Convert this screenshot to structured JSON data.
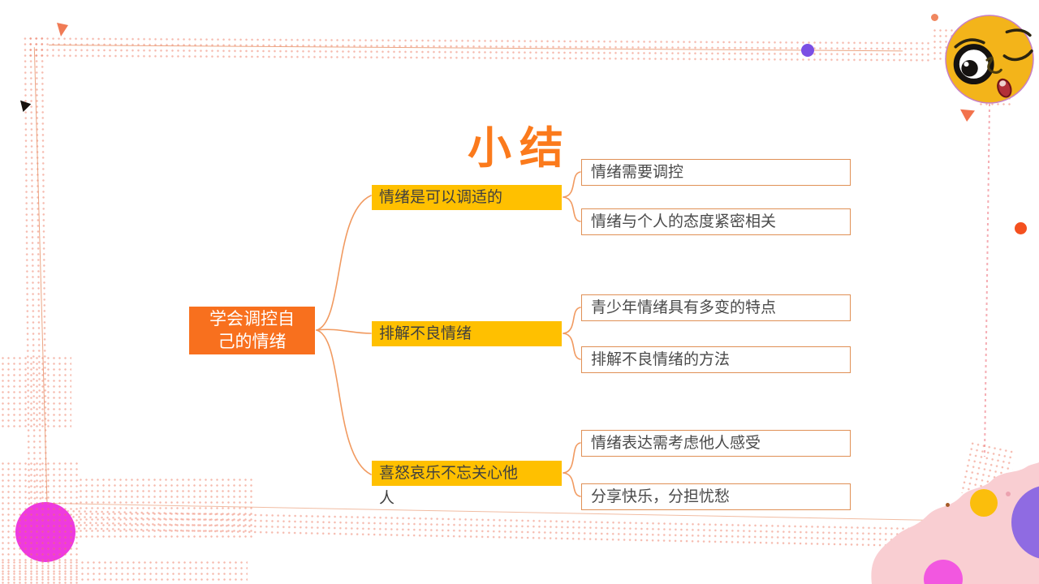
{
  "title": "小结",
  "mindmap": {
    "root": "学会调控自己的情绪",
    "branches": [
      {
        "label": "情绪是可以调适的",
        "children": [
          "情绪需要调控",
          "情绪与个人的态度紧密相关"
        ]
      },
      {
        "label": "排解不良情绪",
        "children": [
          "青少年情绪具有多变的特点",
          "排解不良情绪的方法"
        ]
      },
      {
        "label": "喜怒哀乐不忘关心他人",
        "children": [
          "情绪表达需考虑他人感受",
          "分享快乐，分担忧愁"
        ]
      }
    ]
  },
  "colors": {
    "title_orange": "#FB7A1C",
    "root_box_orange": "#F8701E",
    "branch_box_gold": "#FFC000",
    "leaf_border_orange": "#E09055",
    "connector_orange": "#F19A60",
    "node_text_dark": "#3F3F3F",
    "magenta_circle": "#EE3ADF",
    "purple_dot": "#7B4FE4",
    "red_dot": "#F4501F",
    "yellow_circle": "#FBBE0C",
    "purple_circle": "#8F6BE2",
    "pink_cloud": "#F9CED2",
    "emoji_yellow": "#F3B41A"
  },
  "decorations": [
    "dotted-frame",
    "smiley-face-icon",
    "pink-cloud",
    "magenta-circle",
    "purple-dot",
    "red-dot",
    "pink-triangle",
    "black-triangle",
    "orange-triangle"
  ]
}
